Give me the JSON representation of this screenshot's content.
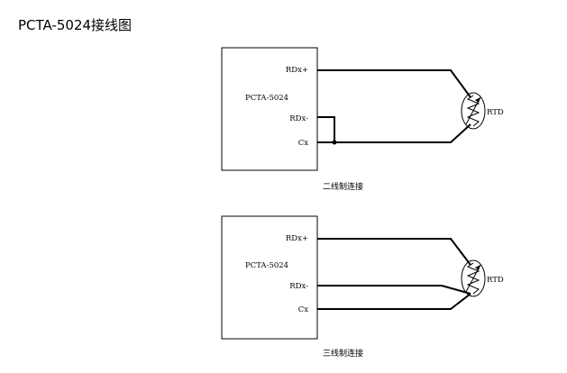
{
  "title": "PCTA-5024接线图",
  "diagrams": [
    {
      "module_label": "PCTA-5024",
      "terminals": {
        "rdx_plus": "RDx+",
        "rdx_minus": "RDx-",
        "cx": "Cx"
      },
      "sensor_label": "RTD",
      "caption": "二线制连接"
    },
    {
      "module_label": "PCTA-5024",
      "terminals": {
        "rdx_plus": "RDx+",
        "rdx_minus": "RDx-",
        "cx": "Cx"
      },
      "sensor_label": "RTD",
      "caption": "三线制连接"
    }
  ]
}
